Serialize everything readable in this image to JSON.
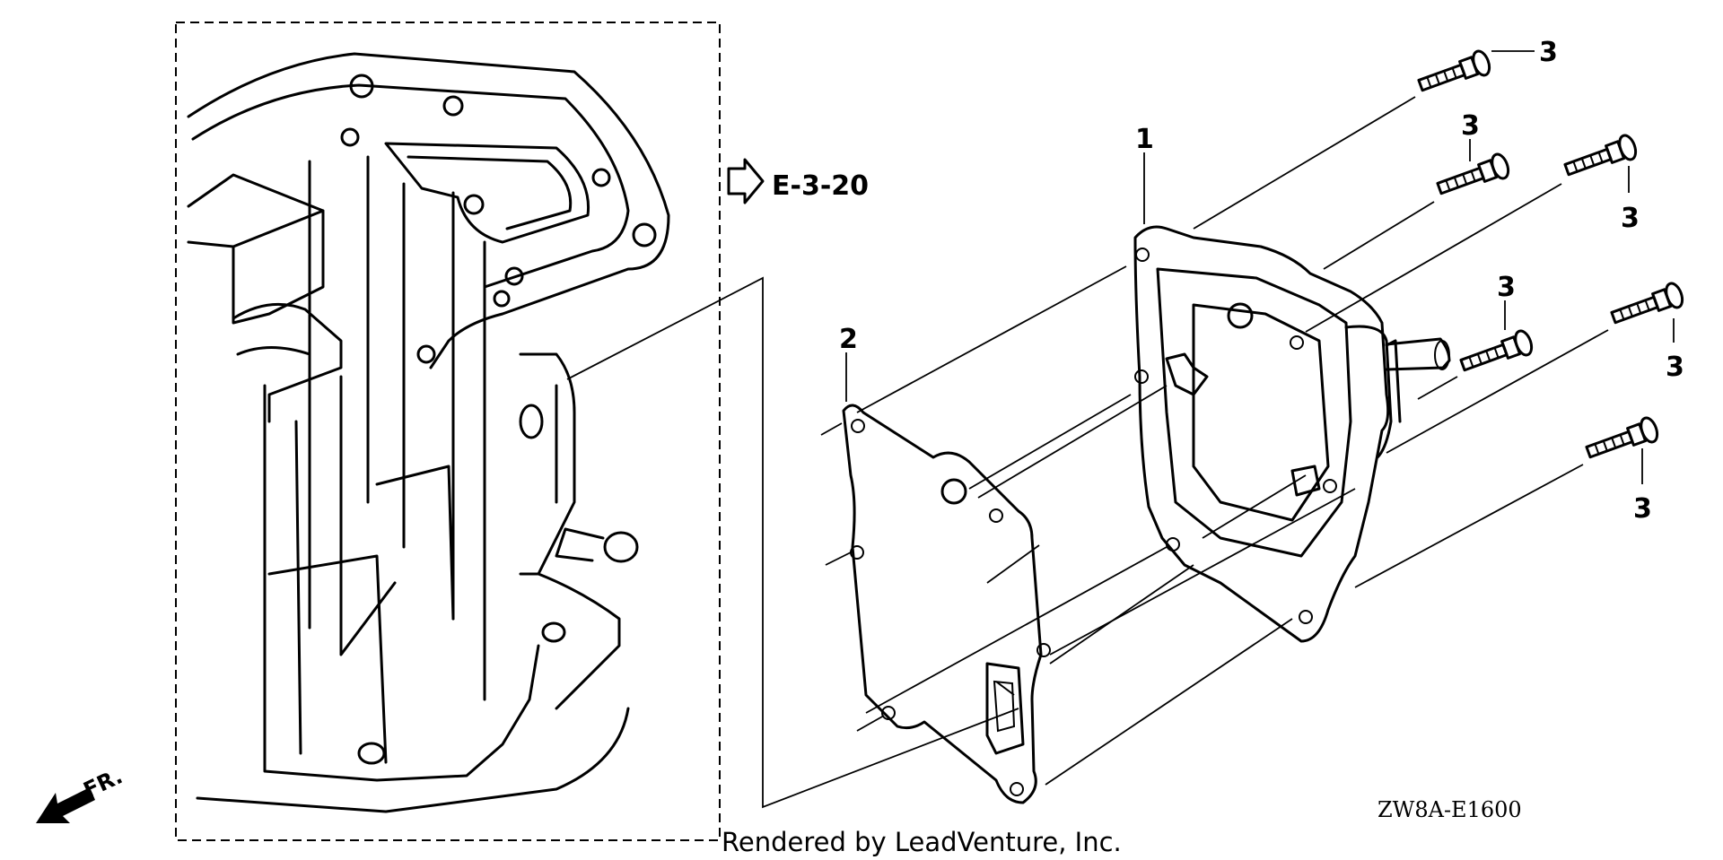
{
  "diagram": {
    "callouts": {
      "cover": "1",
      "gasket": "2",
      "bolt": "3"
    },
    "reference": "E-3-20",
    "front_indicator": "FR.",
    "diagram_code": "ZW8A-E1600",
    "credit": "Rendered by LeadVenture, Inc."
  }
}
